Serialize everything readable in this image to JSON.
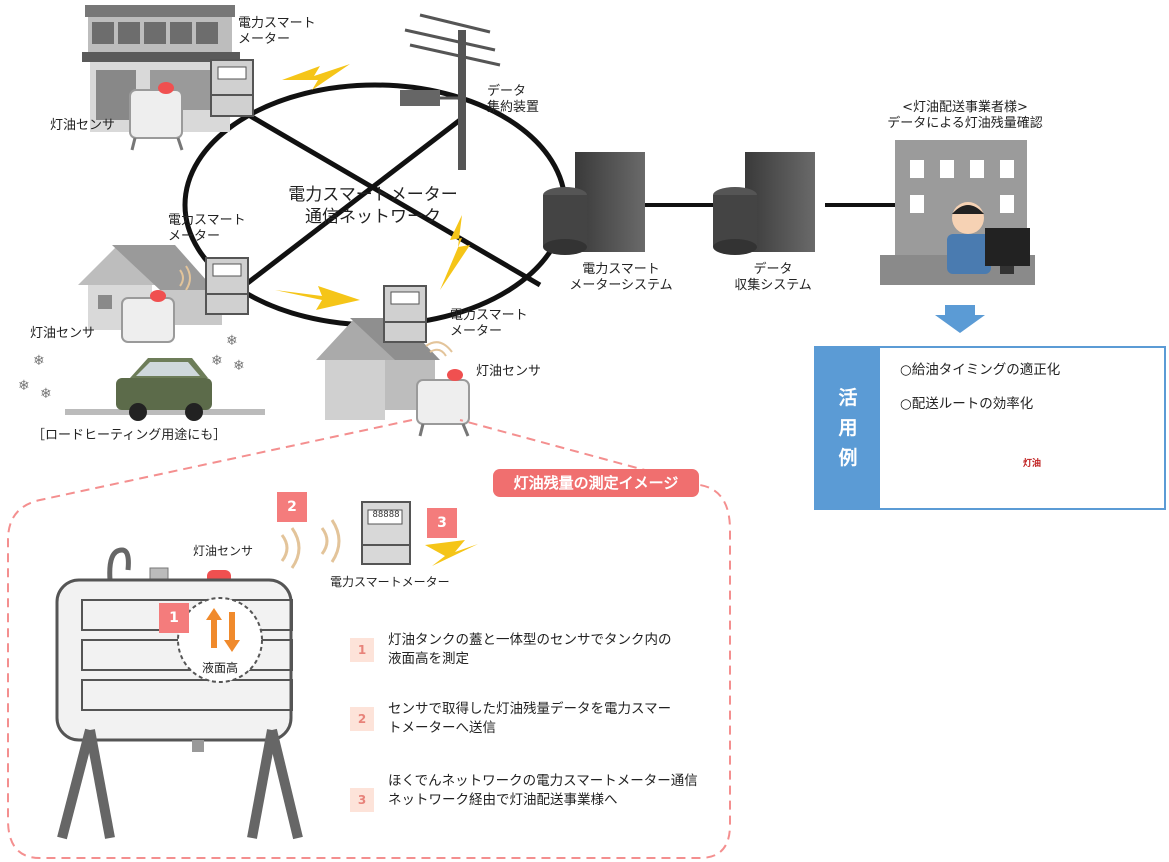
{
  "network": {
    "title_line1": "電力スマートメーター",
    "title_line2": "通信ネットワーク"
  },
  "labels": {
    "meter_top_1": "電力スマート",
    "meter_top_2": "メーター",
    "collector_1": "データ",
    "collector_2": "集約装置",
    "sensor_top": "灯油センサ",
    "meter_left_1": "電力スマート",
    "meter_left_2": "メーター",
    "sensor_left": "灯油センサ",
    "meter_bottom_1": "電力スマート",
    "meter_bottom_2": "メーター",
    "sensor_bottom": "灯油センサ",
    "road_heating": "［ロードヒーティング用途にも］",
    "system1_1": "電力スマート",
    "system1_2": "メーターシステム",
    "system2_1": "データ",
    "system2_2": "収集システム",
    "company_1": "<灯油配送事業者様>",
    "company_2": "データによる灯油残量確認"
  },
  "usage": {
    "side_chars": [
      "活",
      "用",
      "例"
    ],
    "item1": "○給油タイミングの適正化",
    "item2": "○配送ルートの効率化",
    "truck_text": "灯油"
  },
  "measure": {
    "title": "灯油残量の測定イメージ",
    "sensor_label": "灯油センサ",
    "meter_label": "電力スマートメーター",
    "level_label": "液面高",
    "badge1": "1",
    "badge2": "2",
    "badge3": "3",
    "meter_display": "88888",
    "steps": [
      {
        "num": "1",
        "line1": "灯油タンクの蓋と一体型のセンサでタンク内の",
        "line2": "液面高を測定"
      },
      {
        "num": "2",
        "line1": "センサで取得した灯油残量データを電力スマー",
        "line2": "トメーターへ送信"
      },
      {
        "num": "3",
        "line1": "ほくでんネットワークの電力スマートメーター通信",
        "line2": "ネットワーク経由で灯油配送事業様へ"
      }
    ]
  },
  "colors": {
    "accent_red": "#f06f6f",
    "accent_blue": "#5b9bd5",
    "lightning": "#f5c518",
    "arrow_orange": "#f08a2c"
  }
}
